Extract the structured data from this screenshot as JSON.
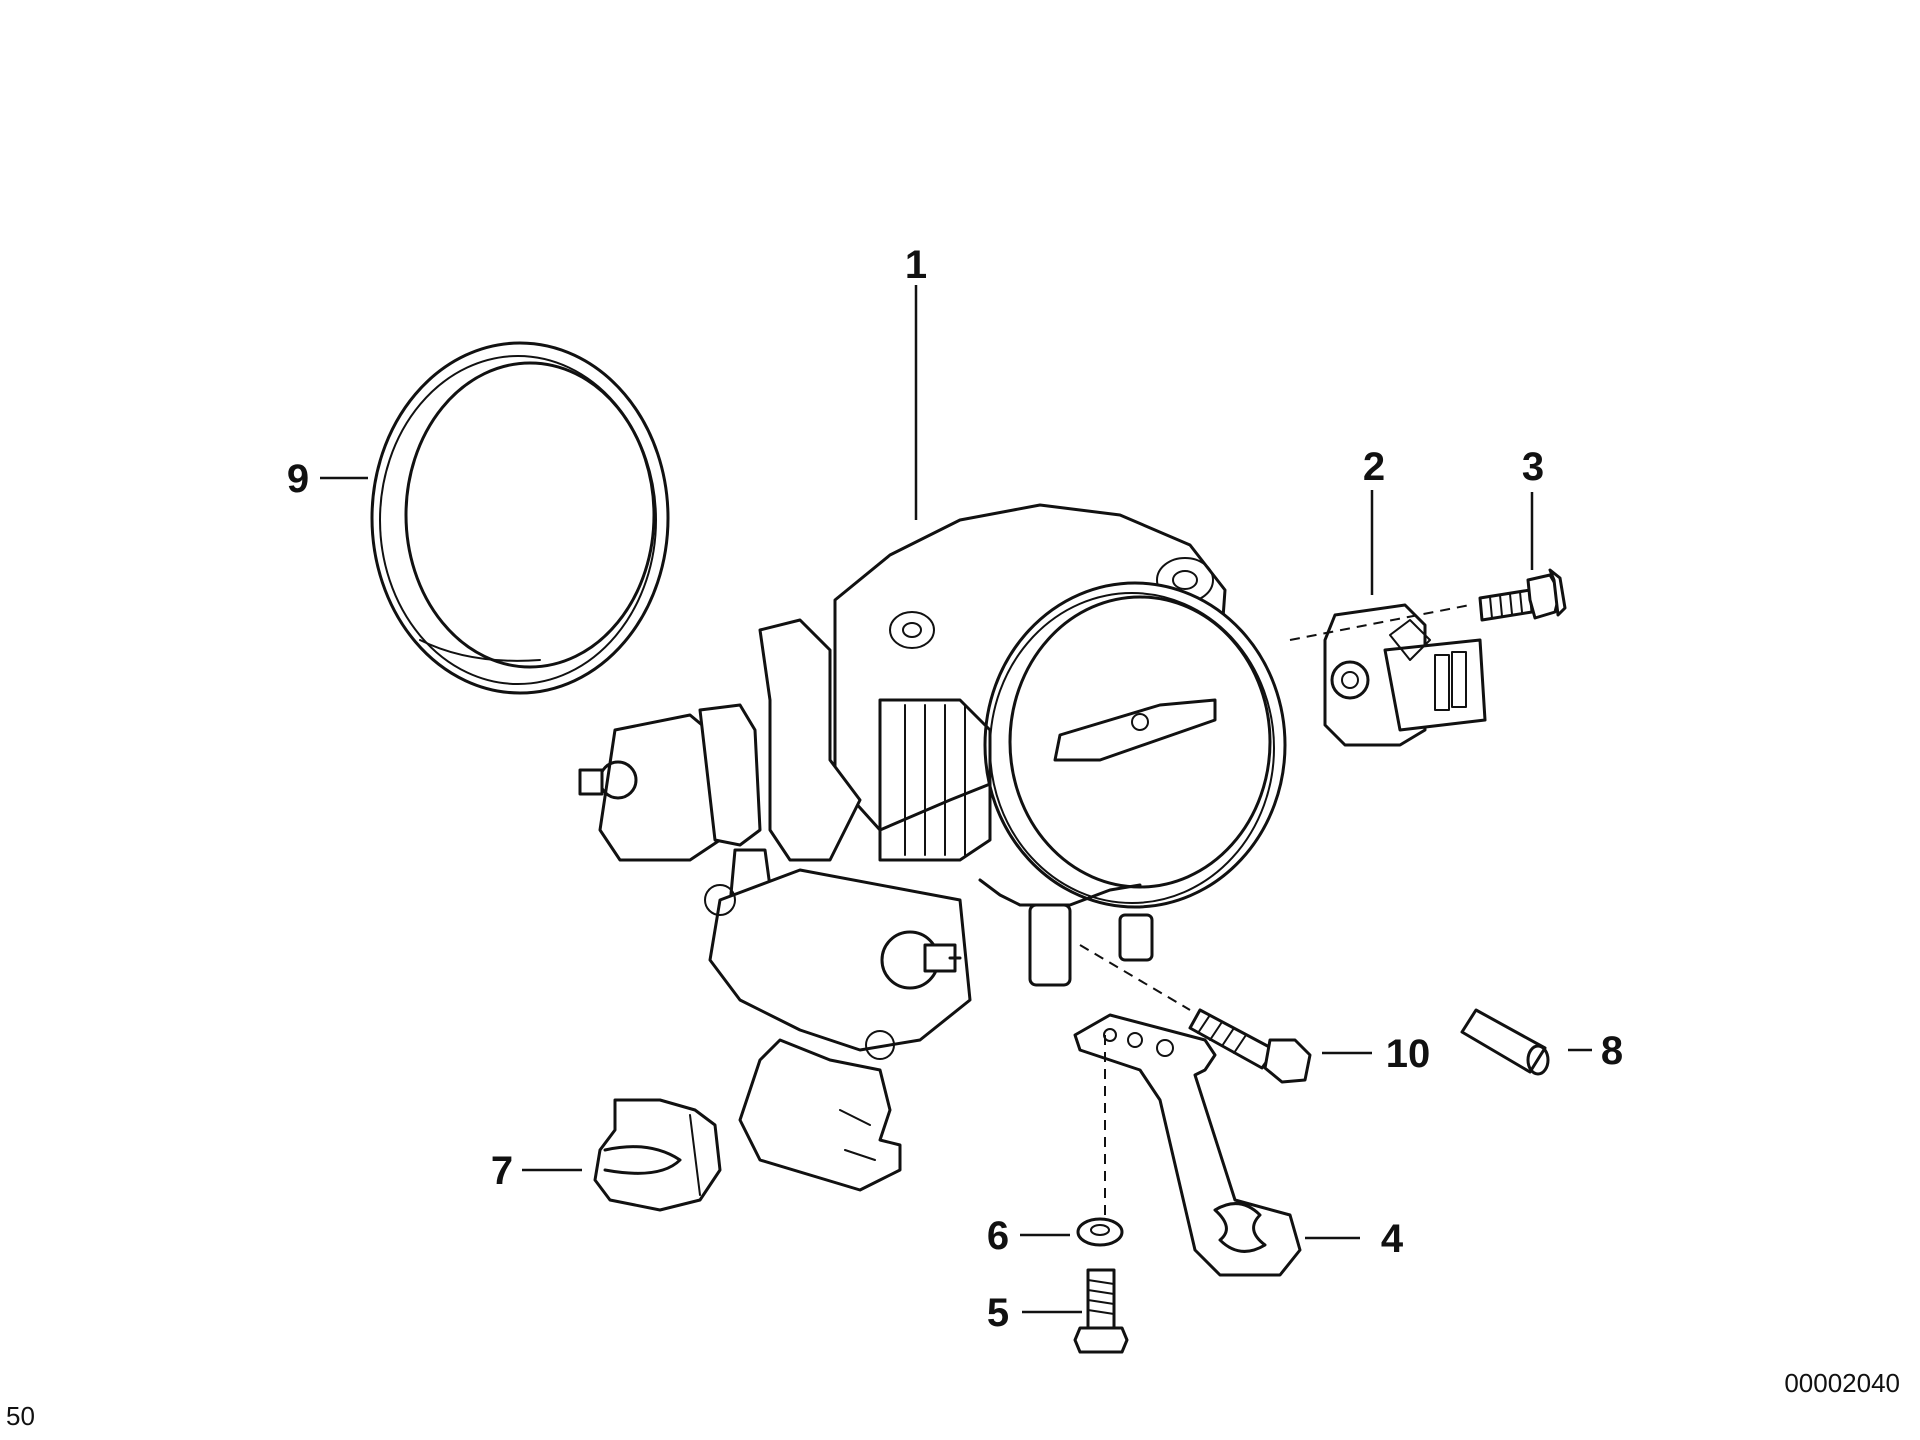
{
  "callouts": [
    {
      "id": "1",
      "text": "1"
    },
    {
      "id": "2",
      "text": "2"
    },
    {
      "id": "3",
      "text": "3"
    },
    {
      "id": "4",
      "text": "4"
    },
    {
      "id": "5",
      "text": "5"
    },
    {
      "id": "6",
      "text": "6"
    },
    {
      "id": "7",
      "text": "7"
    },
    {
      "id": "8",
      "text": "8"
    },
    {
      "id": "9",
      "text": "9"
    },
    {
      "id": "10",
      "text": "10"
    }
  ],
  "footer": {
    "page_fragment": "50",
    "diagram_number": "00002040"
  },
  "icons": {
    "throttle_body": "throttle-body-icon",
    "sensor": "throttle-position-sensor-icon",
    "ring": "rubber-ring-icon",
    "bracket": "bracket-icon",
    "bolt": "bolt-icon",
    "washer": "washer-icon",
    "clip": "clip-icon",
    "pin": "pin-icon"
  }
}
